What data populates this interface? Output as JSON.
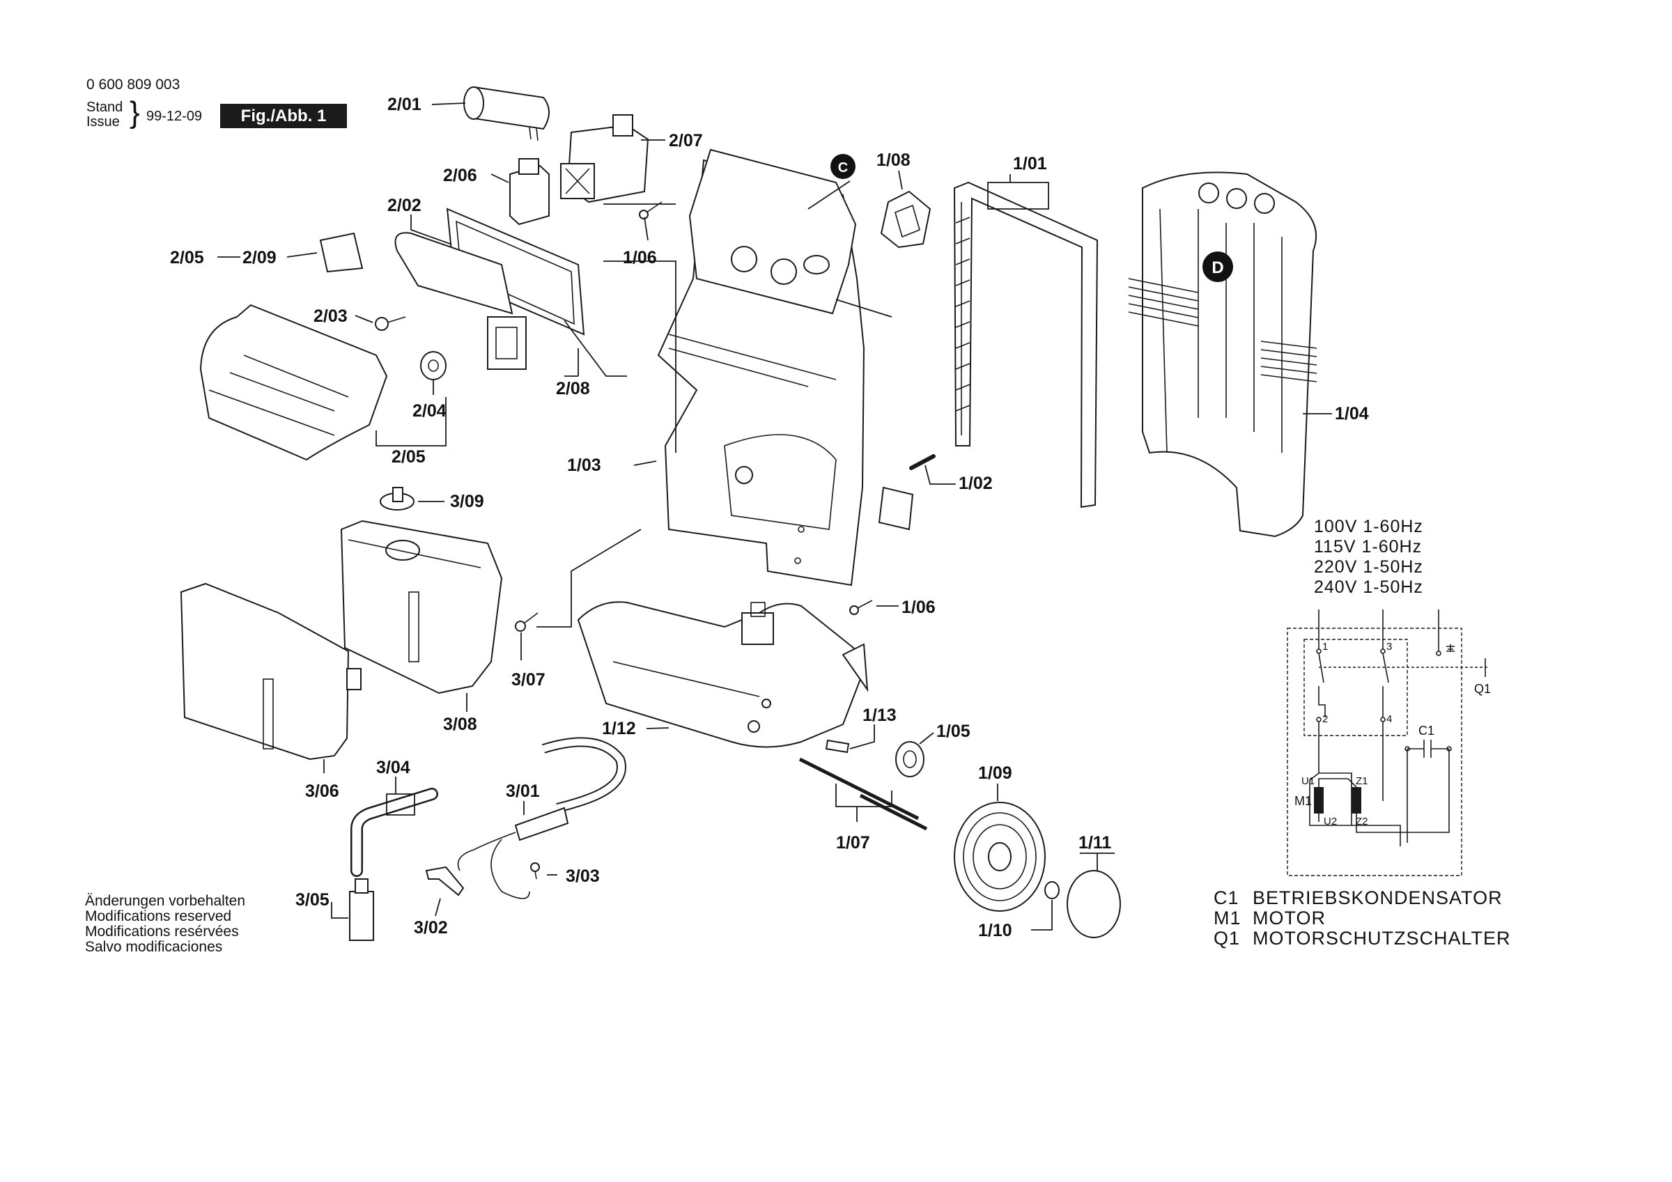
{
  "header": {
    "part_number": "0 600 809 003",
    "stand": "Stand",
    "issue": "Issue",
    "date": "99-12-09",
    "figure": "Fig./Abb. 1"
  },
  "parts": [
    "2/01",
    "2/07",
    "2/06",
    "1/08",
    "1/01",
    "2/02",
    "1/06",
    "2/05",
    "2/09",
    "2/03",
    "2/08",
    "2/04",
    "2/05",
    "1/03",
    "1/02",
    "1/04",
    "3/09",
    "1/06",
    "3/07",
    "3/08",
    "1/12",
    "1/13",
    "1/05",
    "3/06",
    "3/04",
    "3/01",
    "1/09",
    "1/07",
    "1/11",
    "3/03",
    "3/05",
    "3/02",
    "1/10"
  ],
  "callouts": [
    "C",
    "D"
  ],
  "voltages": [
    "100V  1-60Hz",
    "115V  1-60Hz",
    "220V  1-50Hz",
    "240V  1-50Hz"
  ],
  "circuit": {
    "switch_label": "Q1",
    "capacitor_label": "C1",
    "motor_label": "M1",
    "terminals": [
      "1",
      "2",
      "3",
      "4",
      "U1",
      "U2",
      "Z1",
      "Z2"
    ]
  },
  "legend": [
    {
      "code": "C1",
      "text": "BETRIEBSKONDENSATOR"
    },
    {
      "code": "M1",
      "text": "MOTOR"
    },
    {
      "code": "Q1",
      "text": "MOTORSCHUTZSCHALTER"
    }
  ],
  "modifications": [
    "Änderungen vorbehalten",
    "Modifications reserved",
    "Modifications resérvées",
    "Salvo modificaciones"
  ]
}
